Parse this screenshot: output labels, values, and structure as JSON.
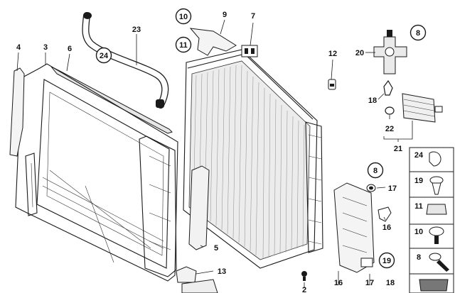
{
  "diagram": {
    "part_numbers": {
      "p2": "2",
      "p3": "3",
      "p4": "4",
      "p5": "5",
      "p6": "6",
      "p7": "7",
      "p8a": "8",
      "p8b": "8",
      "p9": "9",
      "p10": "10",
      "p11": "11",
      "p12": "12",
      "p13": "13",
      "p16a": "16",
      "p16b": "16",
      "p17a": "17",
      "p17b": "17",
      "p18a": "18",
      "p18b": "18",
      "p19": "19",
      "p20": "20",
      "p21": "21",
      "p22": "22",
      "p23": "23",
      "p24": "24"
    },
    "legend": [
      "24",
      "19",
      "11",
      "10",
      "8"
    ]
  }
}
